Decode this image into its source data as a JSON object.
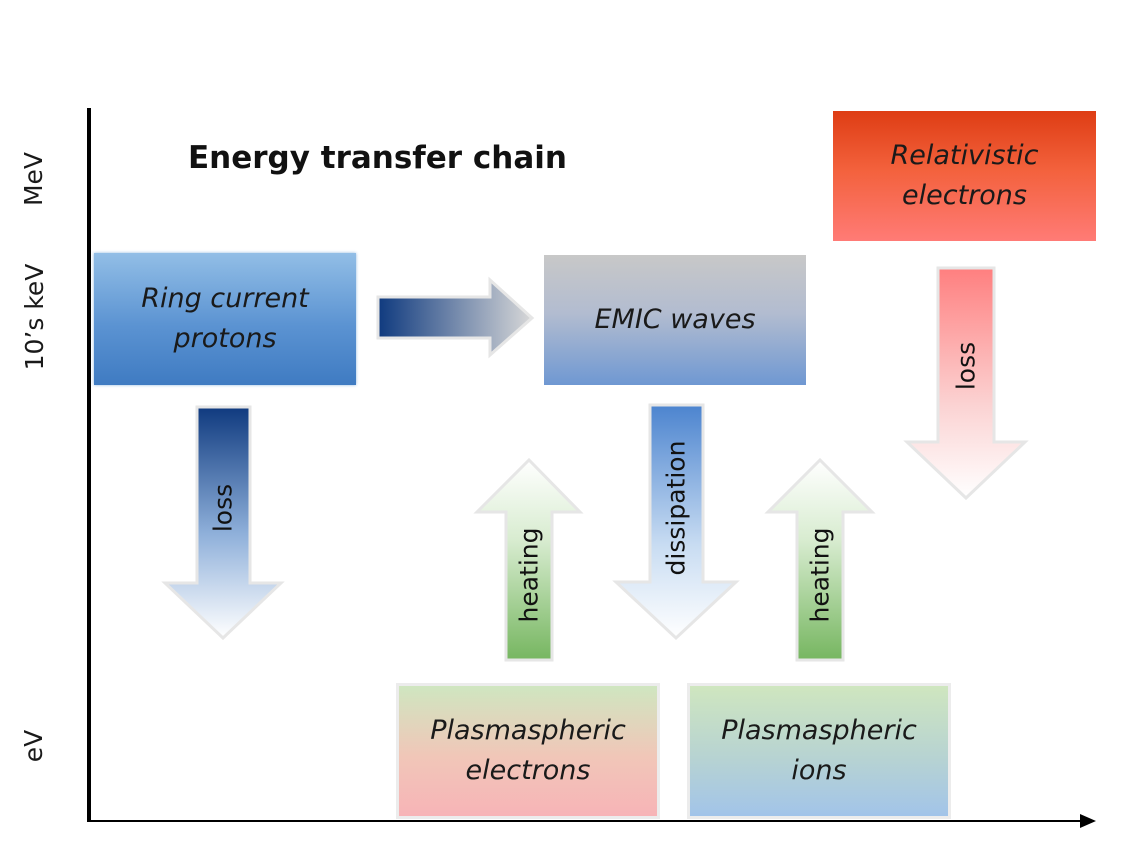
{
  "title": "Energy transfer chain",
  "y_axis_labels": {
    "mev": "MeV",
    "tens_kev": "10’s keV",
    "ev": "eV"
  },
  "boxes": {
    "ring_current_protons": "Ring current\nprotons",
    "emic_waves": "EMIC waves",
    "relativistic_electrons": "Relativistic\nelectrons",
    "plasmaspheric_electrons": "Plasmaspheric\nelectrons",
    "plasmaspheric_ions": "Plasmaspheric\nions"
  },
  "arrows": {
    "proton_loss": "loss",
    "electron_loss": "loss",
    "dissipation": "dissipation",
    "heating_electrons": "heating",
    "heating_ions": "heating"
  },
  "colors": {
    "dark_blue": "#0f3a7f",
    "green": "#7dbb6a",
    "pink": "#ff8a8a",
    "axis": "#000000"
  }
}
